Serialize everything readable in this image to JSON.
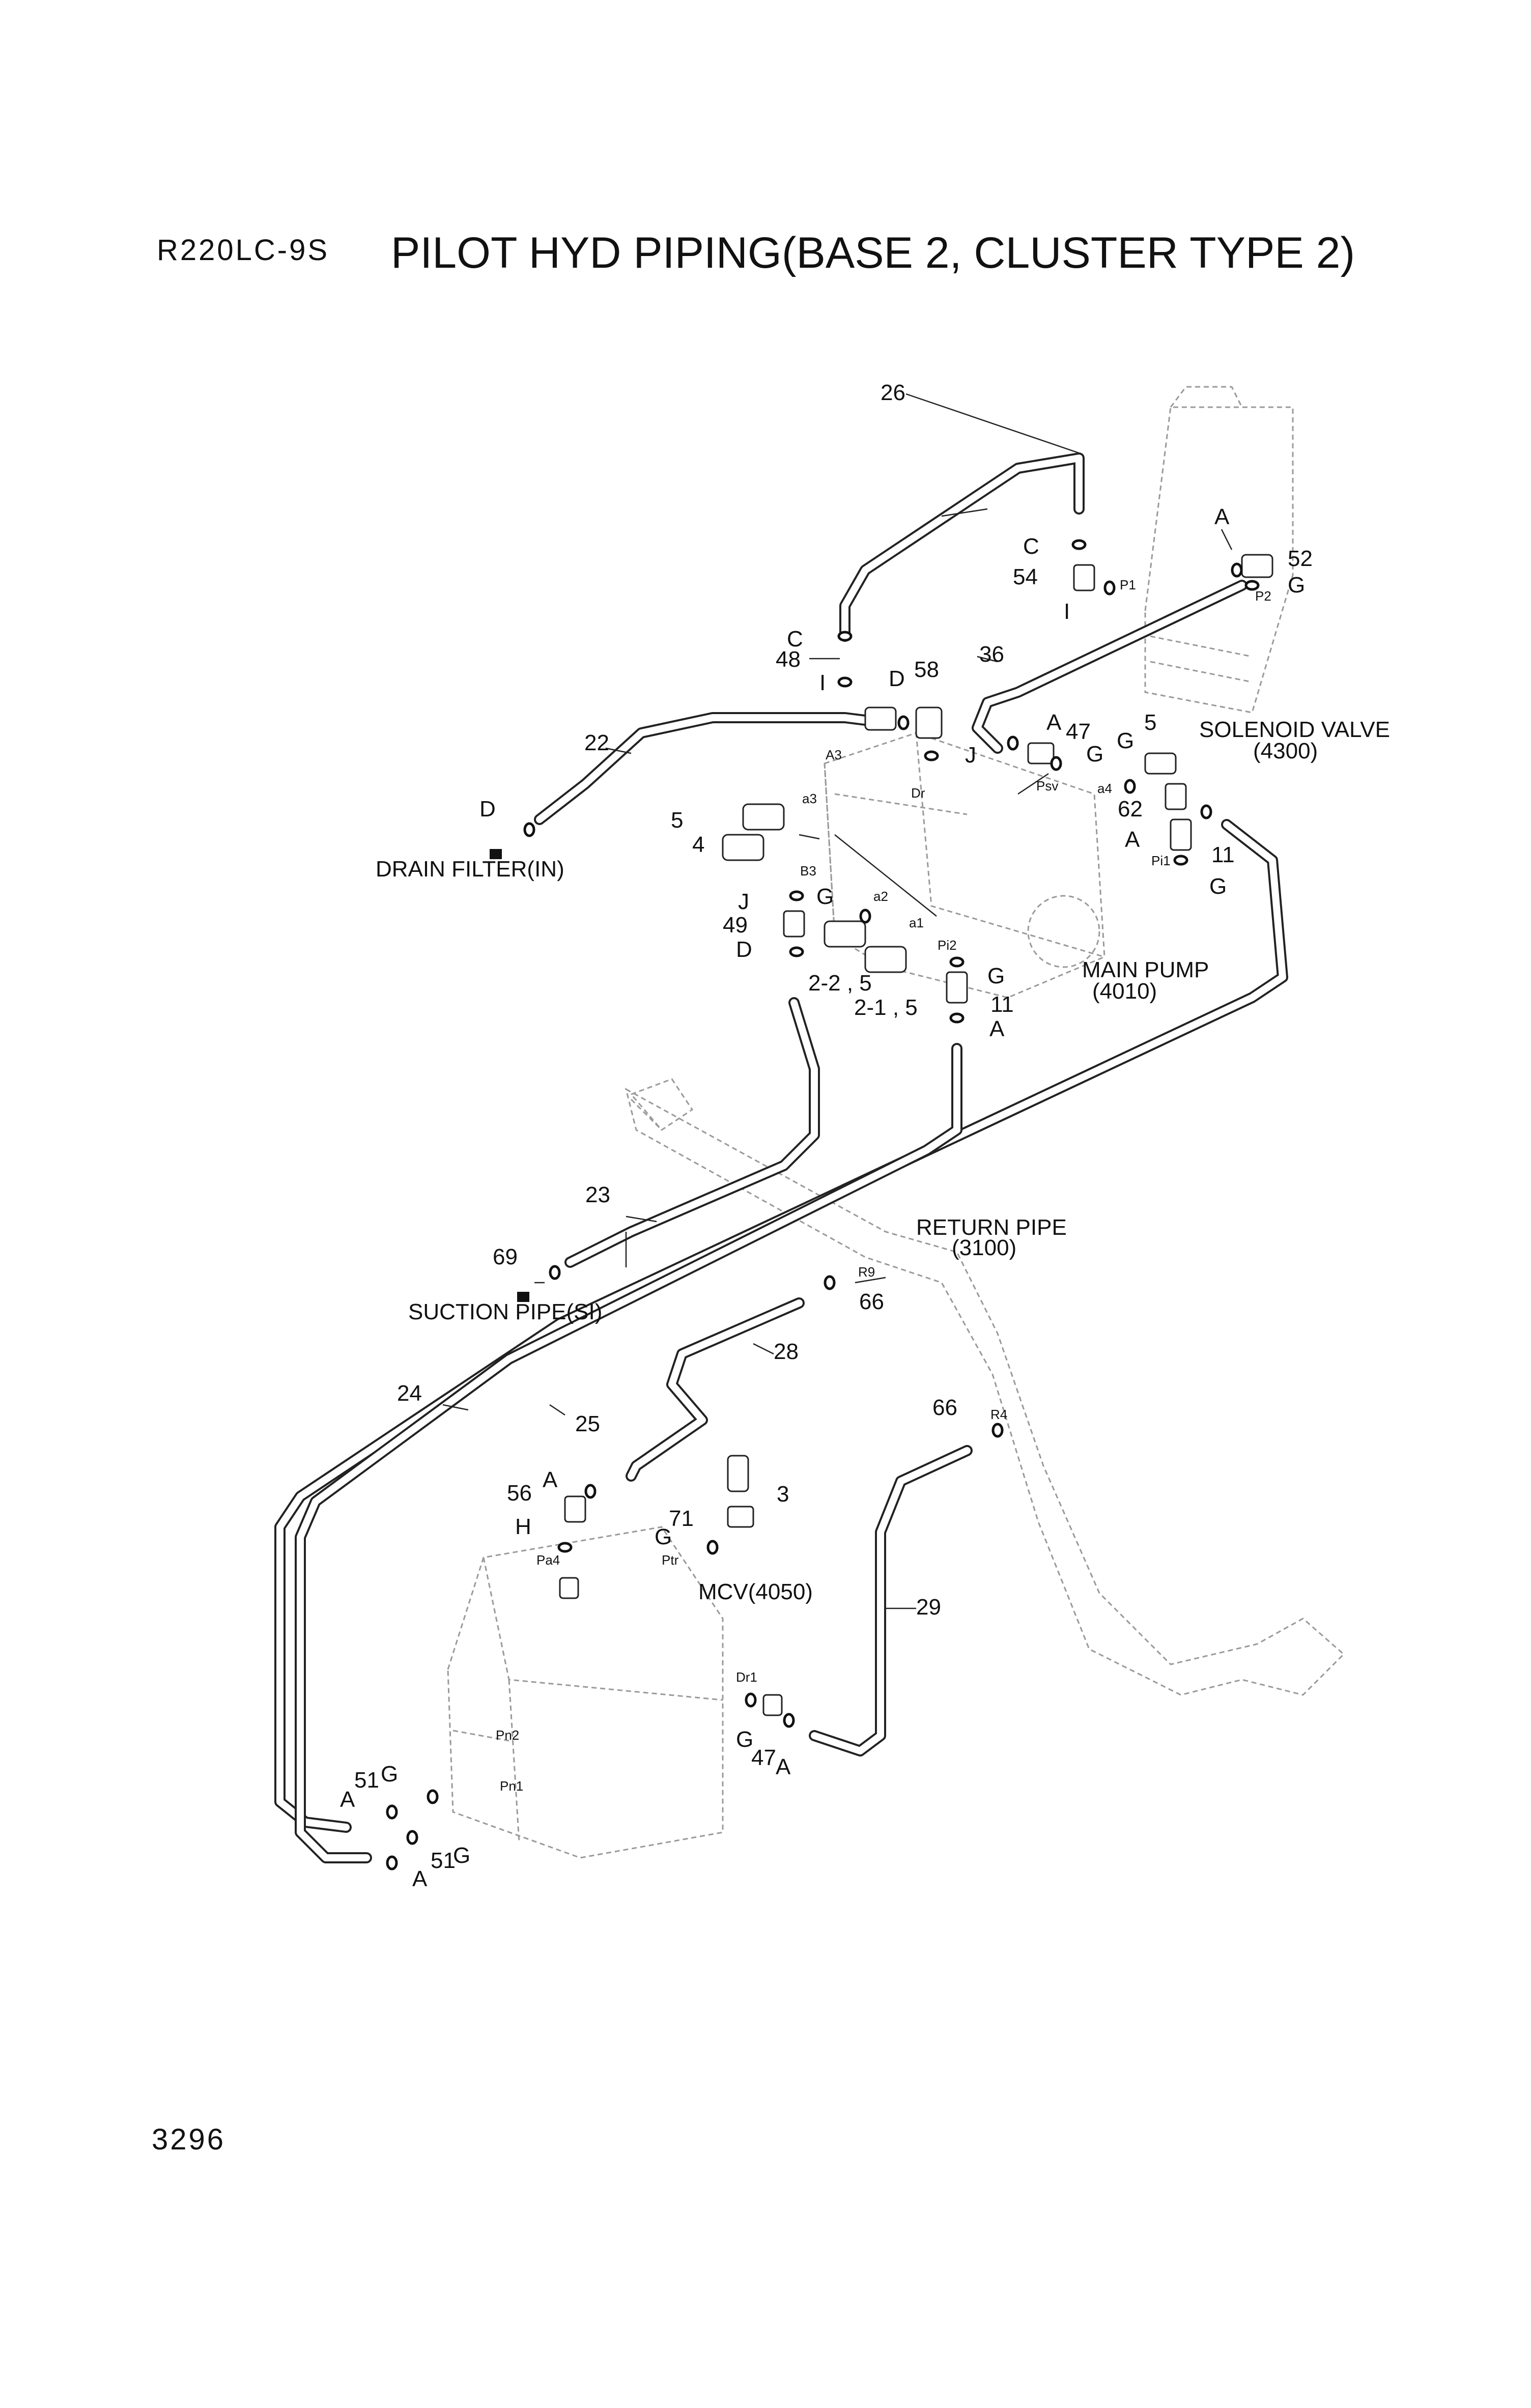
{
  "header": {
    "model": "R220LC-9S",
    "title": "PILOT HYD PIPING(BASE 2, CLUSTER TYPE 2)"
  },
  "footer": {
    "page_number": "3296"
  },
  "components": {
    "solenoid_valve": "SOLENOID VALVE",
    "solenoid_valve_code": "(4300)",
    "main_pump": "MAIN PUMP",
    "main_pump_code": "(4010)",
    "mcv": "MCV(4050)",
    "return_pipe": "RETURN PIPE",
    "return_pipe_code": "(3100)",
    "drain_filter": "DRAIN FILTER(IN)",
    "suction_pipe": "SUCTION PIPE(SI)"
  },
  "ports": {
    "p1": "P1",
    "p2": "P2",
    "a3": "A3",
    "dr": "Dr",
    "a4": "a4",
    "psv": "Psv",
    "pi1": "Pi1",
    "a3_small": "a3",
    "b3": "B3",
    "a2": "a2",
    "a1": "a1",
    "pi2": "Pi2",
    "r9": "R9",
    "r4": "R4",
    "pa4": "Pa4",
    "ptr": "Ptr",
    "dr1": "Dr1",
    "pn2": "Pn2",
    "pn1": "Pn1"
  },
  "callouts": {
    "c26": "26",
    "c_c1": "C",
    "c54": "54",
    "c_i1": "I",
    "c_a1": "A",
    "c52": "52",
    "c_g1": "G",
    "c_c2": "C",
    "c48": "48",
    "c_i2": "I",
    "c_d1": "D",
    "c58": "58",
    "c36": "36",
    "c_j1": "J",
    "c22": "22",
    "c_d2": "D",
    "c5a": "5",
    "c4": "4",
    "c_a2": "A",
    "c47a": "47",
    "c_g2": "G",
    "c5b": "5",
    "c_g3": "G",
    "c62": "62",
    "c_a3": "A",
    "c11a": "11",
    "c_g4": "G",
    "c_j2": "J",
    "c49": "49",
    "c_d3": "D",
    "c_g5": "G",
    "c22_5": "2-2 , 5",
    "c21_5": "2-1 , 5",
    "c_g6": "G",
    "c11b": "11",
    "c_a4": "A",
    "c23": "23",
    "c69": "69",
    "c66a": "66",
    "c28": "28",
    "c24": "24",
    "c25": "25",
    "c66b": "66",
    "c3": "3",
    "c_a5": "A",
    "c56": "56",
    "c_h": "H",
    "c71": "71",
    "c_g7": "G",
    "c29": "29",
    "c_g8": "G",
    "c47b": "47",
    "c_a6": "A",
    "c51a": "51",
    "c_g9": "G",
    "c_a7": "A",
    "c_a8": "A",
    "c51b": "51",
    "c_g10": "G"
  }
}
